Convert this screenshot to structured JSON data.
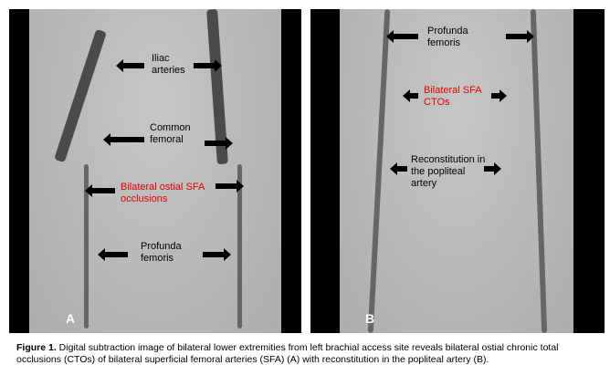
{
  "panel_a": {
    "label": "A",
    "annotations": {
      "iliac": "Iliac arteries",
      "common_femoral": "Common femoral",
      "ostial_sfa": "Bilateral ostial SFA occlusions",
      "profunda": "Profunda femoris"
    }
  },
  "panel_b": {
    "label": "B",
    "annotations": {
      "profunda": "Profunda femoris",
      "sfa_ctos": "Bilateral SFA CTOs",
      "reconstitution": "Reconstitution in the popliteal artery"
    }
  },
  "caption": {
    "title": "Figure 1.",
    "text": " Digital subtraction image of bilateral lower extremities from left brachial access site reveals bilateral ostial chronic total occlusions (CTOs) of bilateral superficial femoral arteries (SFA) (A) with reconstitution in the popliteal artery (B)."
  },
  "colors": {
    "highlight": "#e00000"
  }
}
